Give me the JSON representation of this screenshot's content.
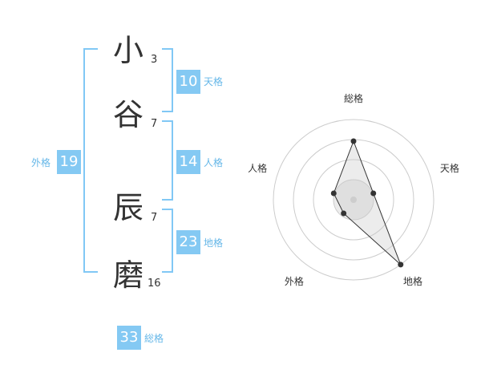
{
  "name": {
    "chars": [
      {
        "char": "小",
        "strokes": "3"
      },
      {
        "char": "谷",
        "strokes": "7"
      },
      {
        "char": "辰",
        "strokes": "7"
      },
      {
        "char": "磨",
        "strokes": "16"
      }
    ]
  },
  "kaku": {
    "tenkaku": {
      "value": "10",
      "label": "天格"
    },
    "jinkaku": {
      "value": "14",
      "label": "人格"
    },
    "chikaku": {
      "value": "23",
      "label": "地格"
    },
    "gaikaku": {
      "value": "19",
      "label": "外格"
    },
    "soukaku": {
      "value": "33",
      "label": "総格"
    }
  },
  "colors": {
    "accent": "#84c9f3",
    "bracket": "#81c8f5",
    "label": "#65b7e8"
  },
  "chart_data": {
    "type": "radar",
    "axes": [
      "総格",
      "天格",
      "地格",
      "外格",
      "人格"
    ],
    "values": [
      0.73,
      0.26,
      1.0,
      0.21,
      0.26
    ],
    "rings": 4
  }
}
